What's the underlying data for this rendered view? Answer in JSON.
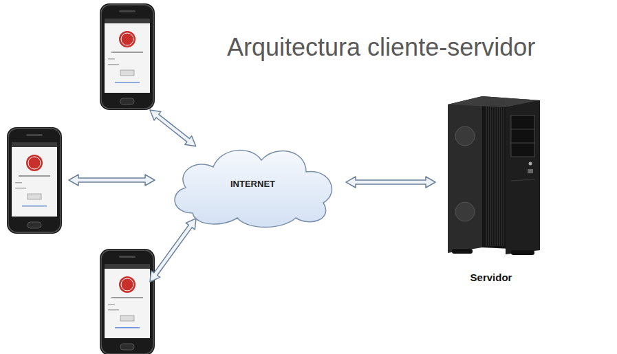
{
  "diagram": {
    "title": "Arquitectura cliente-servidor",
    "nodes": [
      {
        "text": [
          "INTERNET"
        ]
      },
      {
        "text": [
          "Servidor"
        ]
      }
    ],
    "edges": [
      {
        "from": 0,
        "to": 1,
        "arrow": "both"
      }
    ]
  }
}
